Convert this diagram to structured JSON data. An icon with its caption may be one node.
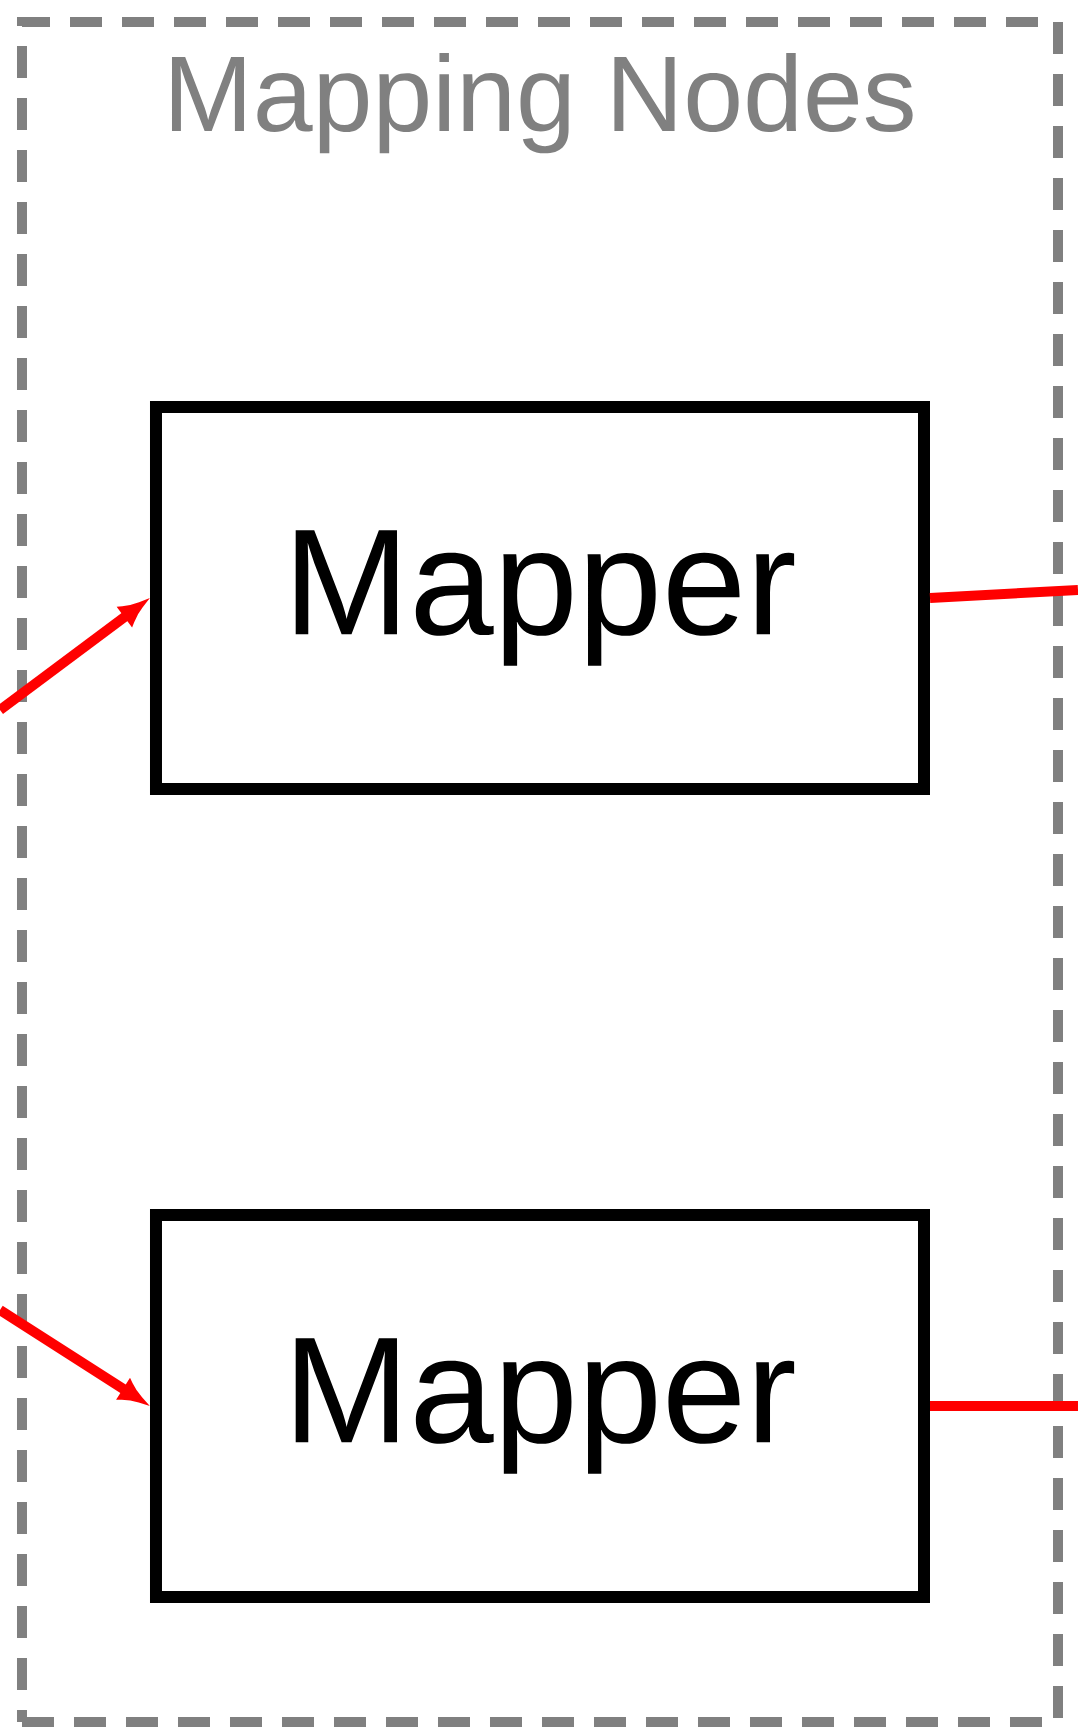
{
  "diagram": {
    "nodes": [
      {
        "text": [
          "Mapping Nodes"
        ]
      },
      {
        "text": [
          "Mapper"
        ],
        "in": 0
      },
      {
        "text": [
          "Mapper"
        ],
        "in": 0
      }
    ],
    "edges": [
      {
        "from": null,
        "to": 1,
        "arrow": "to"
      },
      {
        "from": null,
        "to": 2,
        "arrow": "to"
      },
      {
        "from": 1,
        "to": null,
        "arrow": "none"
      },
      {
        "from": 2,
        "to": null,
        "arrow": "none"
      }
    ]
  }
}
